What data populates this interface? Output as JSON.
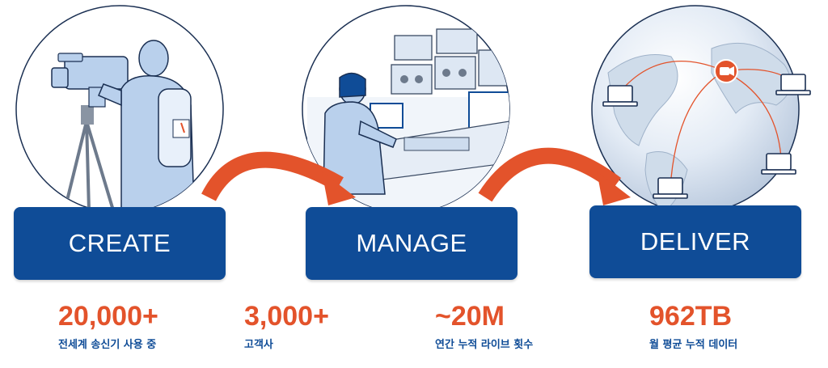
{
  "palette": {
    "brand_blue": "#0f4c97",
    "accent_orange": "#e3532b",
    "illustration_blue": "#b9d0ec"
  },
  "steps": [
    {
      "label": "CREATE",
      "illustration": "camera-operator-illustration"
    },
    {
      "label": "MANAGE",
      "illustration": "control-room-operator-illustration"
    },
    {
      "label": "DELIVER",
      "illustration": "globe-delivery-illustration"
    }
  ],
  "stats": [
    {
      "value": "20,000+",
      "label": "전세계 송신기 사용 중"
    },
    {
      "value": "3,000+",
      "label": "고객사"
    },
    {
      "value": "~20M",
      "label": "연간 누적 라이브 횟수"
    },
    {
      "value": "962TB",
      "label": "월 평균 누적 데이터"
    }
  ],
  "icons": [
    "arrow-icon",
    "camera-icon",
    "laptop-icon"
  ]
}
